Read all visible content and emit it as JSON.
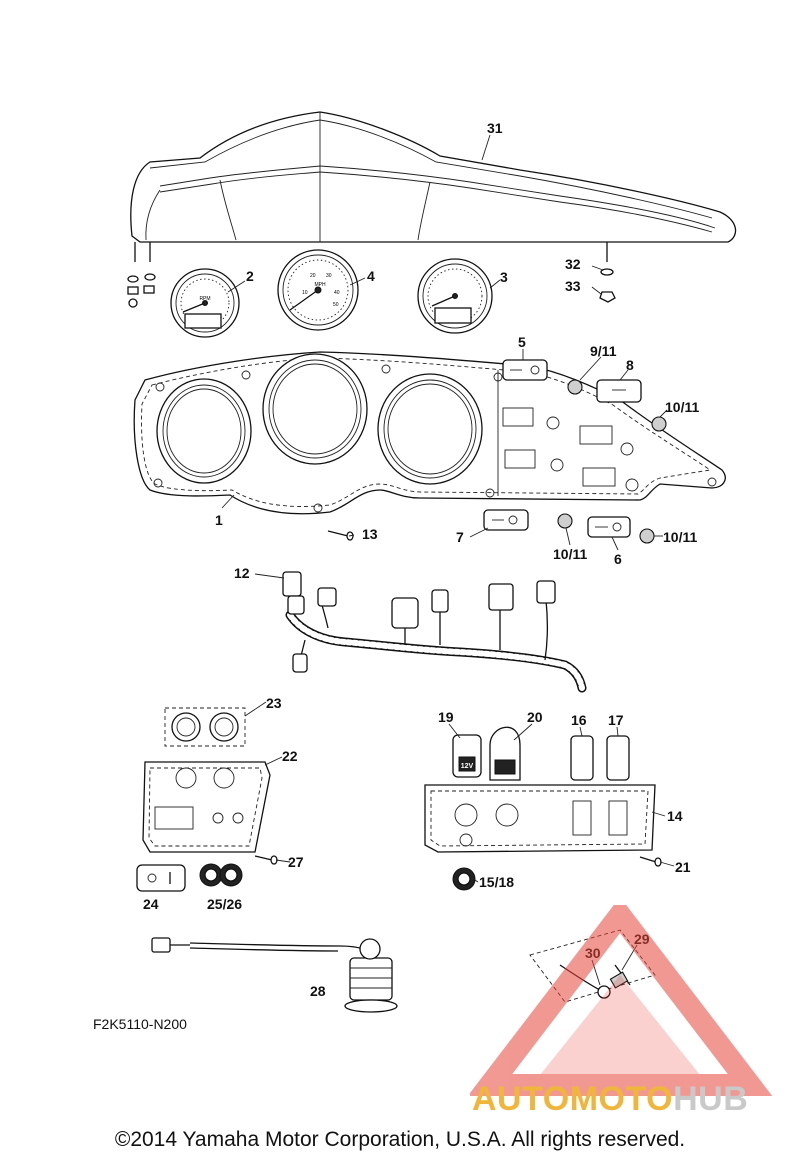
{
  "diagram": {
    "callouts": [
      {
        "id": "c31",
        "label": "31"
      },
      {
        "id": "c2",
        "label": "2"
      },
      {
        "id": "c4",
        "label": "4"
      },
      {
        "id": "c3",
        "label": "3"
      },
      {
        "id": "c32",
        "label": "32"
      },
      {
        "id": "c33",
        "label": "33"
      },
      {
        "id": "c5",
        "label": "5"
      },
      {
        "id": "c9_11",
        "label": "9/11"
      },
      {
        "id": "c8",
        "label": "8"
      },
      {
        "id": "c10_11a",
        "label": "10/11"
      },
      {
        "id": "c1",
        "label": "1"
      },
      {
        "id": "c13",
        "label": "13"
      },
      {
        "id": "c7",
        "label": "7"
      },
      {
        "id": "c10_11b",
        "label": "10/11"
      },
      {
        "id": "c6",
        "label": "6"
      },
      {
        "id": "c10_11c",
        "label": "10/11"
      },
      {
        "id": "c12",
        "label": "12"
      },
      {
        "id": "c23",
        "label": "23"
      },
      {
        "id": "c22",
        "label": "22"
      },
      {
        "id": "c27",
        "label": "27"
      },
      {
        "id": "c24",
        "label": "24"
      },
      {
        "id": "c25_26",
        "label": "25/26"
      },
      {
        "id": "c19",
        "label": "19"
      },
      {
        "id": "c20",
        "label": "20"
      },
      {
        "id": "c16",
        "label": "16"
      },
      {
        "id": "c17",
        "label": "17"
      },
      {
        "id": "c14",
        "label": "14"
      },
      {
        "id": "c21",
        "label": "21"
      },
      {
        "id": "c15_18",
        "label": "15/18"
      },
      {
        "id": "c28",
        "label": "28"
      },
      {
        "id": "c29",
        "label": "29"
      },
      {
        "id": "c30",
        "label": "30"
      }
    ],
    "gauge_labels": {
      "tach_unit": "RPM",
      "speedo_unit": "MPH",
      "speedo_ticks": [
        "10",
        "20",
        "30",
        "40",
        "50"
      ],
      "usb_label": "12V"
    }
  },
  "drawing_code": "F2K5110-N200",
  "copyright": "©2014 Yamaha Motor Corporation, U.S.A. All rights reserved.",
  "watermark": {
    "part1": "AUTO",
    "part2": "MOTO",
    "part3": "HUB",
    "colors": {
      "triangle": "#e8453c",
      "auto": "#f0b63c",
      "moto": "#f0b63c",
      "hub": "#c9c9c9"
    }
  }
}
